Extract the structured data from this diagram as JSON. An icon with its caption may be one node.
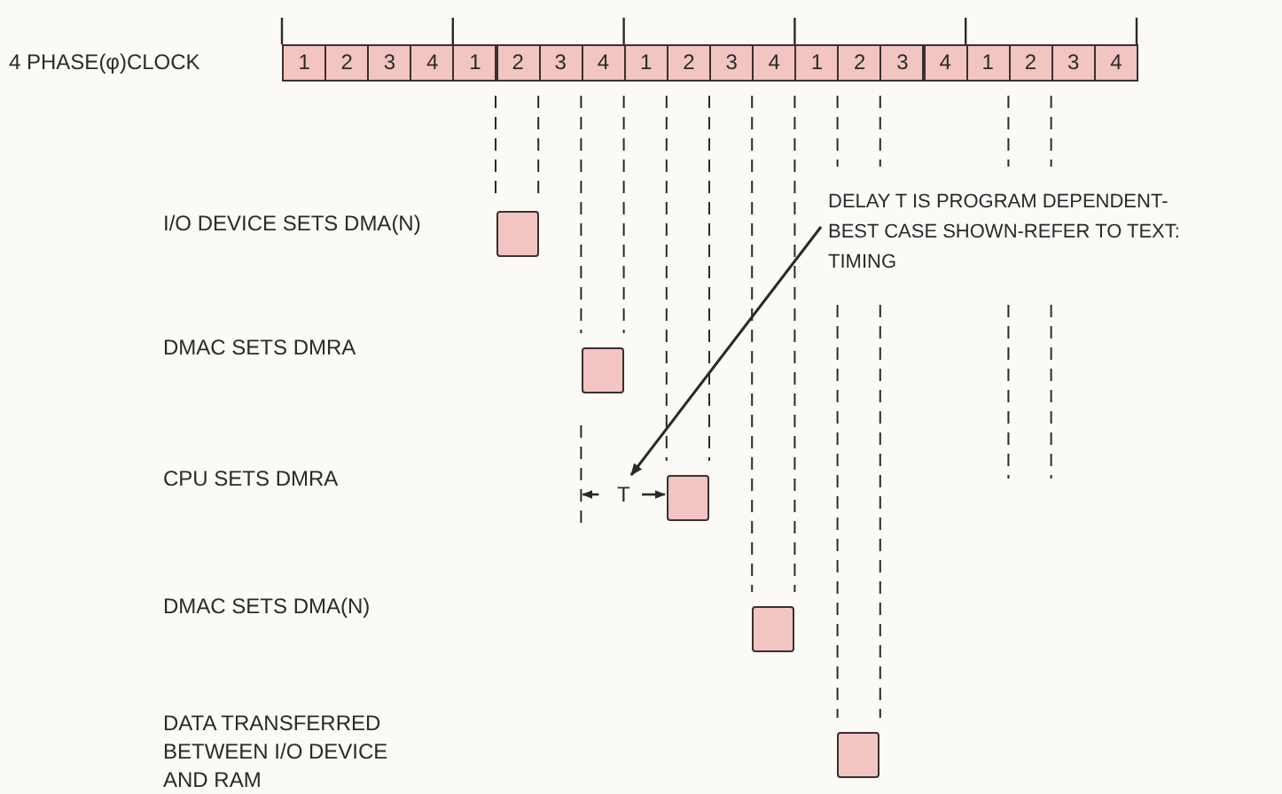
{
  "diagram": {
    "nodes": [
      {
        "text": [
          "DELAY T IS PROGRAM DEPENDENT-BEST CASE SHOWN-REFER TO TEXT: TIMING"
        ]
      },
      {
        "text": [
          "T"
        ]
      },
      {
        "text": [],
        "shape": "box"
      },
      {
        "text": [],
        "shape": "box"
      },
      {
        "text": [],
        "shape": "box"
      },
      {
        "text": [],
        "shape": "box"
      },
      {
        "text": [],
        "shape": "box"
      }
    ],
    "edges": [
      {
        "from": 0,
        "to": 1,
        "arrow": "to"
      }
    ],
    "labels": [
      "4 PHASE(φ)CLOCK",
      "1",
      "2",
      "3",
      "4",
      "1",
      "2",
      "3",
      "4",
      "1",
      "2",
      "3",
      "4",
      "1",
      "2",
      "3",
      "4",
      "1",
      "2",
      "3",
      "4",
      "I/O DEVICE SETS DMA(N)",
      "DMAC SETS DMRA",
      "CPU SETS DMRA",
      "DMAC SETS DMA(N)",
      "DATA TRANSFERRED BETWEEN I/O DEVICE AND RAM"
    ]
  }
}
